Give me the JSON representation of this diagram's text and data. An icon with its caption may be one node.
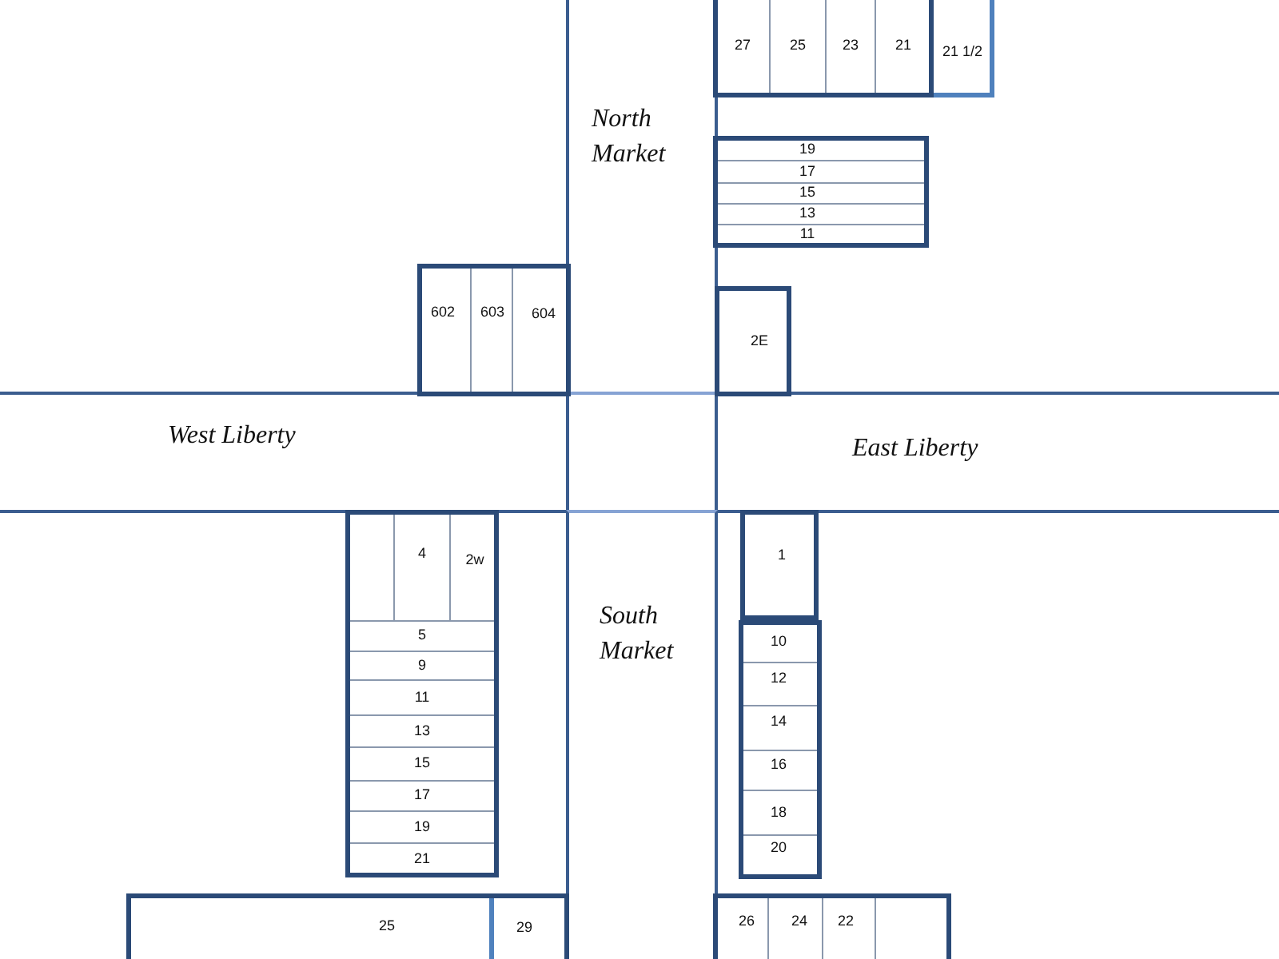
{
  "diagram": {
    "nodes": [
      {
        "text": [],
        "shape": "box"
      },
      {
        "text": [
          "27"
        ],
        "in": 0
      },
      {
        "text": [
          "25"
        ],
        "in": 0
      },
      {
        "text": [
          "23"
        ],
        "in": 0
      },
      {
        "text": [
          "21"
        ],
        "in": 0
      },
      {
        "text": [
          "21 1/2"
        ]
      },
      {
        "text": [
          "North Market"
        ]
      },
      {
        "text": [],
        "shape": "box"
      },
      {
        "text": [
          "19"
        ],
        "in": 7
      },
      {
        "text": [
          "17"
        ],
        "in": 7
      },
      {
        "text": [
          "15"
        ],
        "in": 7
      },
      {
        "text": [
          "13"
        ],
        "in": 7
      },
      {
        "text": [
          "11"
        ],
        "in": 7
      },
      {
        "text": [],
        "shape": "box"
      },
      {
        "text": [
          "602"
        ],
        "in": 13
      },
      {
        "text": [
          "603"
        ],
        "in": 13
      },
      {
        "text": [
          "604"
        ],
        "in": 13
      },
      {
        "text": [
          "2E"
        ]
      },
      {
        "text": [
          "West Liberty"
        ]
      },
      {
        "text": [
          "East Liberty"
        ]
      },
      {
        "text": [],
        "shape": "box"
      },
      {
        "text": [],
        "shape": "box",
        "in": 20
      },
      {
        "text": [
          "4"
        ],
        "in": 20
      },
      {
        "text": [
          "2w"
        ],
        "in": 20
      },
      {
        "text": [
          "5"
        ],
        "in": 20
      },
      {
        "text": [
          "9"
        ],
        "in": 20
      },
      {
        "text": [
          "11"
        ],
        "in": 20
      },
      {
        "text": [
          "13"
        ],
        "in": 20
      },
      {
        "text": [
          "15"
        ],
        "in": 20
      },
      {
        "text": [
          "17"
        ],
        "in": 20
      },
      {
        "text": [
          "19"
        ],
        "in": 20
      },
      {
        "text": [
          "21"
        ],
        "in": 20
      },
      {
        "text": [
          "South Market"
        ]
      },
      {
        "text": [
          "1"
        ]
      },
      {
        "text": [],
        "shape": "box"
      },
      {
        "text": [
          "10"
        ],
        "in": 34
      },
      {
        "text": [
          "12"
        ],
        "in": 34
      },
      {
        "text": [
          "14"
        ],
        "in": 34
      },
      {
        "text": [
          "16"
        ],
        "in": 34
      },
      {
        "text": [
          "18"
        ],
        "in": 34
      },
      {
        "text": [
          "20"
        ],
        "in": 34
      },
      {
        "text": [],
        "shape": "box"
      },
      {
        "text": [
          "25"
        ],
        "in": 41
      },
      {
        "text": [
          "29"
        ],
        "in": 41
      },
      {
        "text": [],
        "shape": "box"
      },
      {
        "text": [
          "26"
        ],
        "in": 44
      },
      {
        "text": [
          "24"
        ],
        "in": 44
      },
      {
        "text": [
          "22"
        ],
        "in": 44
      },
      {
        "text": [],
        "shape": "box",
        "in": 44
      }
    ]
  }
}
